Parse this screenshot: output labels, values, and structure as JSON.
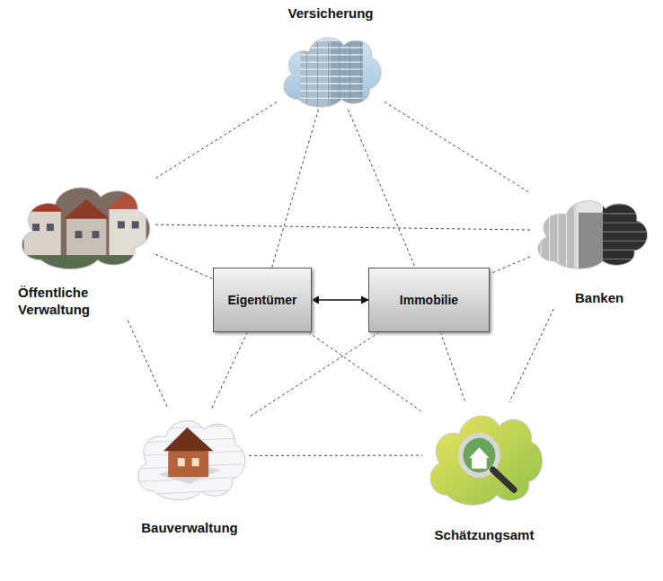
{
  "diagram": {
    "nodes": [
      {
        "text": [
          "Versicherung"
        ]
      },
      {
        "text": [
          "Öffentliche Verwaltung"
        ]
      },
      {
        "text": [
          "Eigentümer"
        ]
      },
      {
        "text": [
          "Immobilie"
        ]
      },
      {
        "text": [
          "Banken"
        ]
      },
      {
        "text": [
          "Bauverwaltung"
        ]
      },
      {
        "text": [
          "Schätzungsamt"
        ]
      }
    ],
    "edges": [
      {
        "from": 0,
        "to": 1,
        "arrow": "none"
      },
      {
        "from": 0,
        "to": 4,
        "arrow": "none"
      },
      {
        "from": 0,
        "to": 2,
        "arrow": "none"
      },
      {
        "from": 0,
        "to": 3,
        "arrow": "none"
      },
      {
        "from": 1,
        "to": 4,
        "arrow": "none"
      },
      {
        "from": 1,
        "to": 2,
        "arrow": "none"
      },
      {
        "from": 1,
        "to": 5,
        "arrow": "none"
      },
      {
        "from": 2,
        "to": 3,
        "arrow": "both"
      },
      {
        "from": 4,
        "to": 3,
        "arrow": "none"
      },
      {
        "from": 4,
        "to": 6,
        "arrow": "none"
      },
      {
        "from": 5,
        "to": 6,
        "arrow": "none"
      },
      {
        "from": 2,
        "to": 5,
        "arrow": "none"
      },
      {
        "from": 2,
        "to": 6,
        "arrow": "none"
      },
      {
        "from": 3,
        "to": 5,
        "arrow": "none"
      },
      {
        "from": 3,
        "to": 6,
        "arrow": "none"
      }
    ]
  }
}
